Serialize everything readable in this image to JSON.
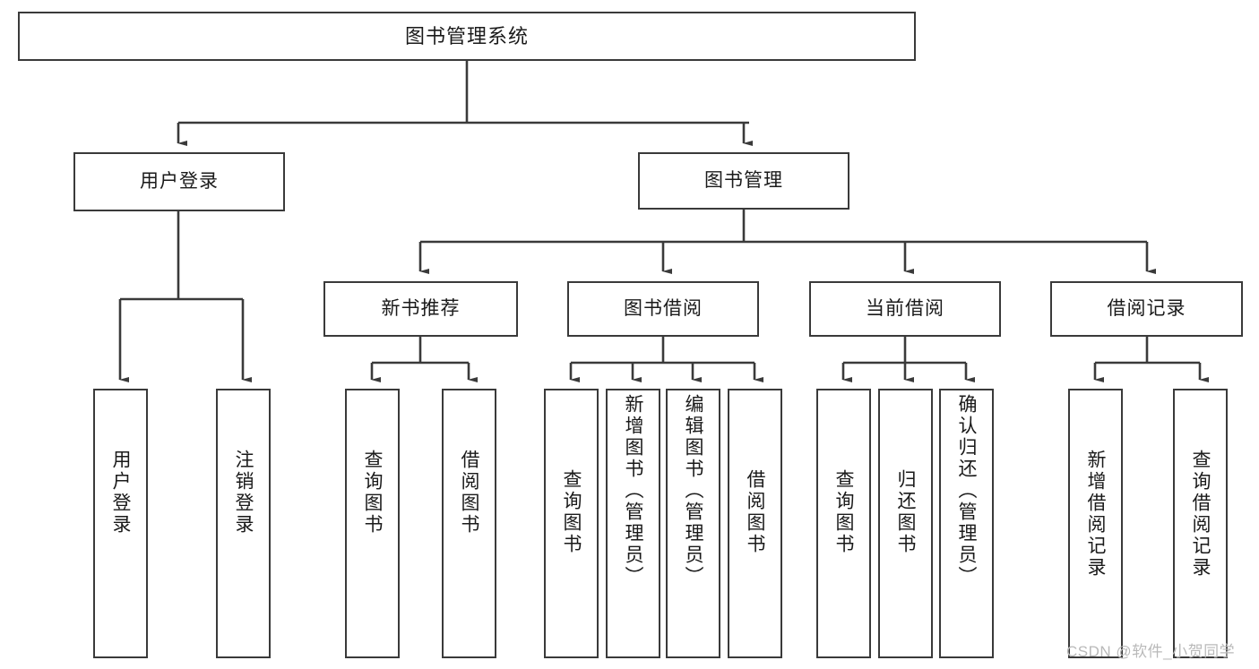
{
  "diagram": {
    "title": "图书管理系统",
    "root": {
      "label": "图书管理系统"
    },
    "level1": [
      {
        "label": "用户登录"
      },
      {
        "label": "图书管理"
      }
    ],
    "level2": [
      {
        "label": "新书推荐"
      },
      {
        "label": "图书借阅"
      },
      {
        "label": "当前借阅"
      },
      {
        "label": "借阅记录"
      }
    ],
    "leaves": {
      "user_login": [
        {
          "label": "用户登录"
        },
        {
          "label": "注销登录"
        }
      ],
      "new_book": [
        {
          "label": "查询图书"
        },
        {
          "label": "借阅图书"
        }
      ],
      "book_borrow": [
        {
          "label": "查询图书"
        },
        {
          "label": "新增图书（管理员）"
        },
        {
          "label": "编辑图书（管理员）"
        },
        {
          "label": "借阅图书"
        }
      ],
      "current_borrow": [
        {
          "label": "查询图书"
        },
        {
          "label": "归还图书"
        },
        {
          "label": "确认归还（管理员）"
        }
      ],
      "borrow_record": [
        {
          "label": "新增借阅记录"
        },
        {
          "label": "查询借阅记录"
        }
      ]
    },
    "watermark": "CSDN @软件_小贺同学",
    "colors": {
      "stroke": "#3a3a3a",
      "background": "#ffffff",
      "text": "#1a1a1a",
      "watermark": "#b9b9b9"
    }
  }
}
